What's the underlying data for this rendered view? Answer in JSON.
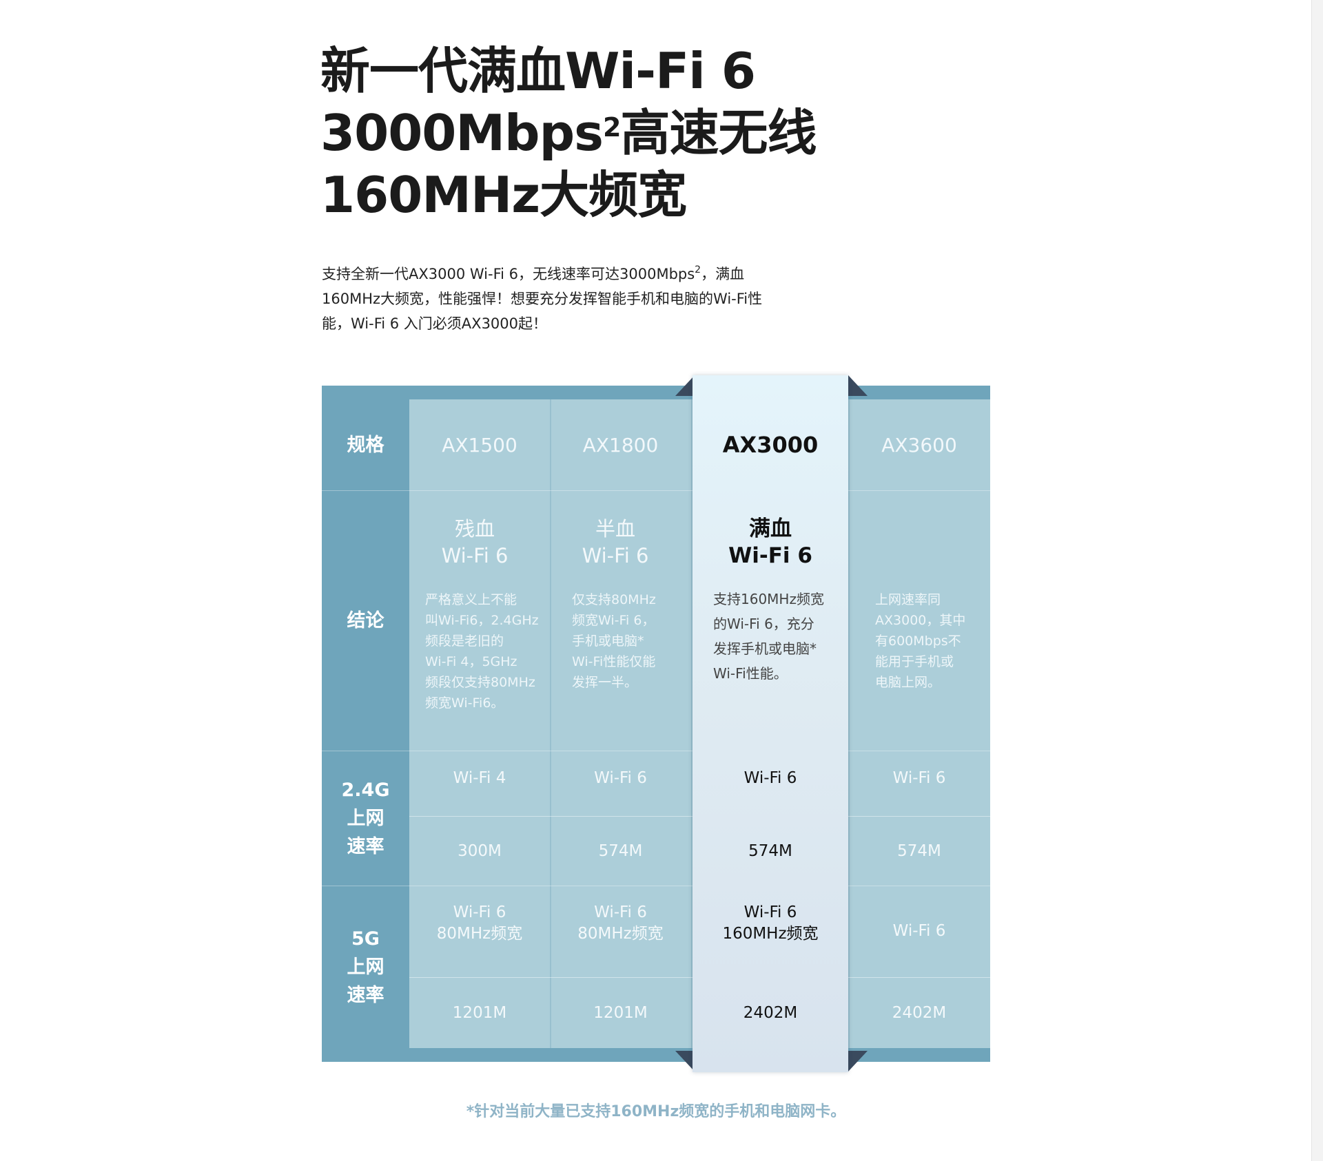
{
  "headline": {
    "line1": "新一代满血Wi-Fi 6",
    "line2_main": "3000Mbps",
    "line2_sup": "2",
    "line2_tail": "高速无线",
    "line3": "160MHz大频宽"
  },
  "intro": {
    "part1": "支持全新一代AX3000 Wi-Fi 6，无线速率可达3000Mbps",
    "sup": "2",
    "part2": "，满血160MHz大频宽，性能强悍！想要充分发挥智能手机和电脑的Wi-Fi性能，Wi-Fi 6 入门必须AX3000起！"
  },
  "table": {
    "row_headers": {
      "spec": "规格",
      "verdict": "结论",
      "g24_line1": "2.4G",
      "g24_line2": "上网",
      "g24_line3": "速率",
      "g5_line1": "5G",
      "g5_line2": "上网",
      "g5_line3": "速率"
    },
    "columns": [
      {
        "name": "AX1500",
        "verdict_line1": "残血",
        "verdict_line2": "Wi-Fi 6",
        "desc": [
          "严格意义上不能",
          "叫Wi-Fi6，2.4GHz",
          "频段是老旧的",
          "Wi-Fi 4，5GHz",
          "频段仅支持80MHz",
          "频宽Wi-Fi6。"
        ],
        "g24_standard": "Wi-Fi 4",
        "g24_rate": "300M",
        "g5_standard": "Wi-Fi 6",
        "g5_bandwidth": "80MHz频宽",
        "g5_rate": "1201M"
      },
      {
        "name": "AX1800",
        "verdict_line1": "半血",
        "verdict_line2": "Wi-Fi 6",
        "desc": [
          "仅支持80MHz",
          "频宽Wi-Fi 6，",
          "手机或电脑*",
          "Wi-Fi性能仅能",
          "发挥一半。"
        ],
        "g24_standard": "Wi-Fi 6",
        "g24_rate": "574M",
        "g5_standard": "Wi-Fi 6",
        "g5_bandwidth": "80MHz频宽",
        "g5_rate": "1201M"
      },
      {
        "name": "AX3000",
        "verdict_line1": "满血",
        "verdict_line2": "Wi-Fi 6",
        "desc": [
          "支持160MHz频宽",
          "的Wi-Fi 6，充分",
          "发挥手机或电脑*",
          "Wi-Fi性能。"
        ],
        "g24_standard": "Wi-Fi 6",
        "g24_rate": "574M",
        "g5_standard": "Wi-Fi 6",
        "g5_bandwidth": "160MHz频宽",
        "g5_rate": "2402M"
      },
      {
        "name": "AX3600",
        "verdict_line1": "",
        "verdict_line2": "",
        "desc": [
          "上网速率同",
          "AX3000，其中",
          "有600Mbps不",
          "能用于手机或",
          "电脑上网。"
        ],
        "g24_standard": "Wi-Fi 6",
        "g24_rate": "574M",
        "g5_standard": "Wi-Fi 6",
        "g5_bandwidth": "",
        "g5_rate": "2402M"
      }
    ],
    "highlight_color": "#e2f1f8",
    "frame_color": "#6fa5bb",
    "cell_color": "#acced9"
  },
  "footnote": "*针对当前大量已支持160MHz频宽的手机和电脑网卡。"
}
